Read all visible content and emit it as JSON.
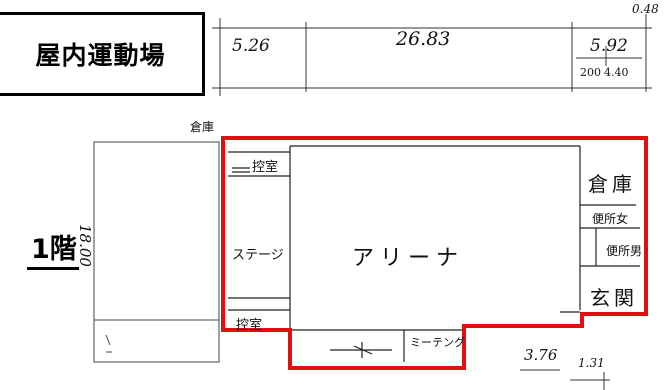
{
  "facility_title": "屋内運動場",
  "floor_label": "1階",
  "dimensions": {
    "top_left": "5.26",
    "top_center": "26.83",
    "top_right": "5.92",
    "top_right_sub_a": "200",
    "top_right_sub_b": "4.40",
    "corner": "0.48",
    "left_side": "18.00",
    "bottom_a": "3.76",
    "bottom_b": "1.31"
  },
  "rooms": {
    "storage_outside": "倉庫",
    "control_room_top": "控室",
    "stage": "ステージ",
    "control_room_bottom": "控室",
    "arena": "アリーナ",
    "meeting": "ミーテング",
    "storage_right": "倉庫",
    "toilet_female": "便所女",
    "toilet_male": "便所男",
    "entrance": "玄関"
  },
  "colors": {
    "highlight": "#e01010",
    "line": "#222222"
  }
}
